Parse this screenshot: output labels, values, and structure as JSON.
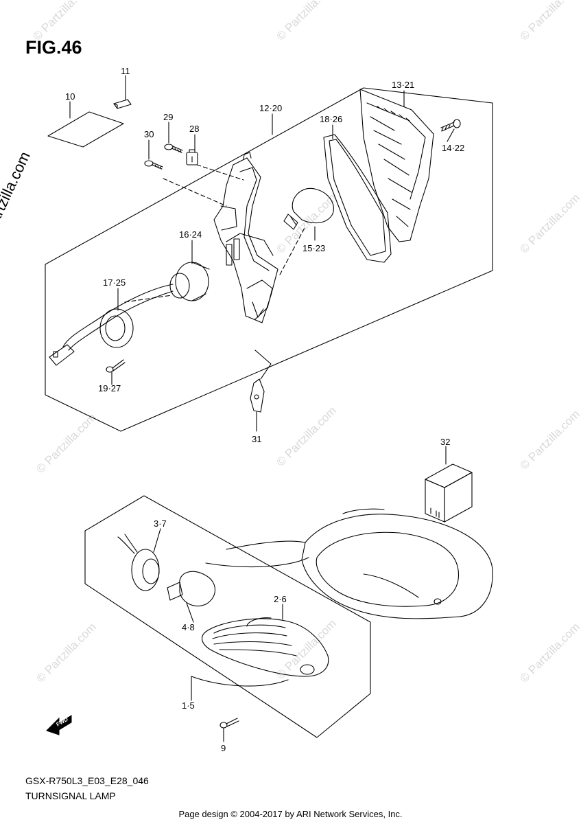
{
  "figure": {
    "title": "FIG.46",
    "code": "GSX-R750L3_E03_E28_046",
    "name": "TURNSIGNAL LAMP"
  },
  "watermark": {
    "vertical": "© Partzilla.com",
    "tiled": "© Partzilla.com"
  },
  "footer": "Page design © 2004-2017 by ARI Network Services, Inc.",
  "fwd_arrow": {
    "label": "FWD",
    "icon": "forward-arrow-icon"
  },
  "callouts": {
    "c1": "1·5",
    "c2": "2·6",
    "c3": "3·7",
    "c4": "4·8",
    "c9": "9",
    "c10": "10",
    "c11": "11",
    "c12": "12·20",
    "c13": "13·21",
    "c14": "14·22",
    "c15": "15·23",
    "c16": "16·24",
    "c17": "17·25",
    "c18": "18·26",
    "c19": "19·27",
    "c28": "28",
    "c29": "29",
    "c30": "30",
    "c31": "31",
    "c32": "32"
  },
  "colors": {
    "line": "#000000",
    "watermark": "#d9d9d9",
    "background": "#ffffff"
  }
}
